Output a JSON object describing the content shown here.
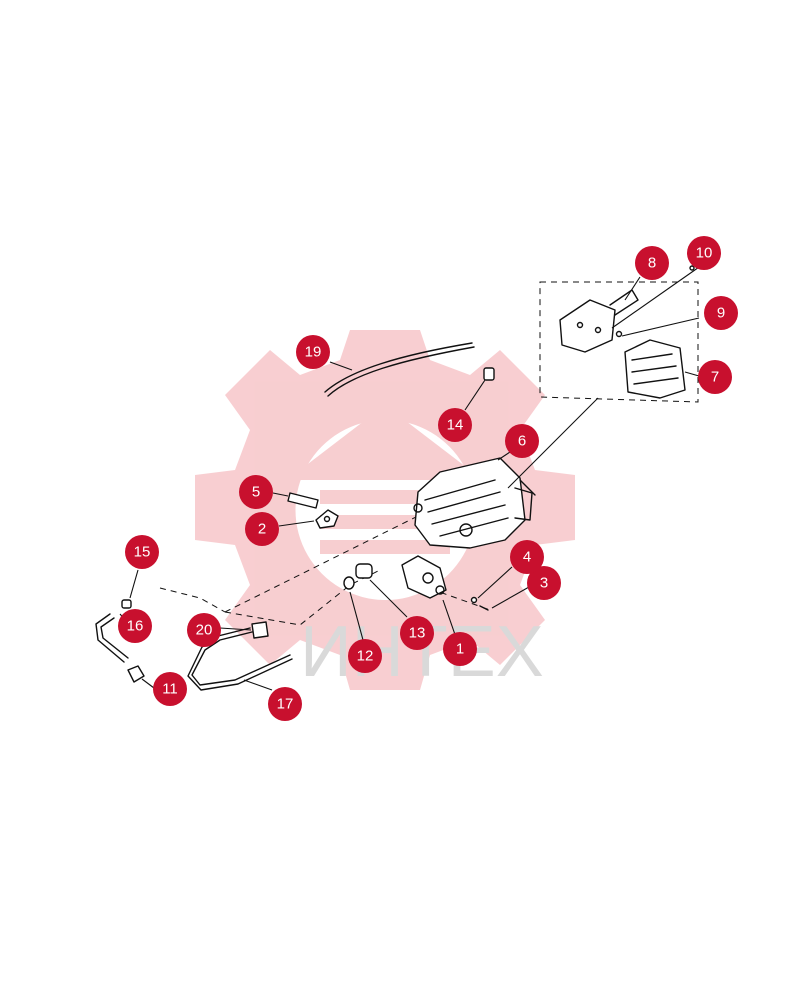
{
  "watermark": {
    "text": "ИНТЕХ",
    "color": "#f7c9cc"
  },
  "accent_color": "#c8102e",
  "callouts": [
    {
      "id": "c1",
      "label": "1"
    },
    {
      "id": "c2",
      "label": "2"
    },
    {
      "id": "c3",
      "label": "3"
    },
    {
      "id": "c4",
      "label": "4"
    },
    {
      "id": "c5",
      "label": "5"
    },
    {
      "id": "c6",
      "label": "6"
    },
    {
      "id": "c7",
      "label": "7"
    },
    {
      "id": "c8",
      "label": "8"
    },
    {
      "id": "c9",
      "label": "9"
    },
    {
      "id": "c10",
      "label": "10"
    },
    {
      "id": "c11",
      "label": "11"
    },
    {
      "id": "c12",
      "label": "12"
    },
    {
      "id": "c13",
      "label": "13"
    },
    {
      "id": "c14",
      "label": "14"
    },
    {
      "id": "c15",
      "label": "15"
    },
    {
      "id": "c16",
      "label": "16"
    },
    {
      "id": "c17",
      "label": "17"
    },
    {
      "id": "c19",
      "label": "19"
    },
    {
      "id": "c20",
      "label": "20"
    }
  ]
}
